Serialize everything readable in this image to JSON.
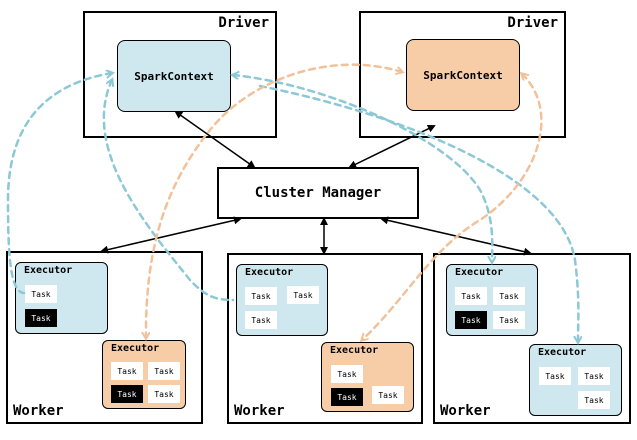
{
  "drivers": [
    {
      "label": "Driver",
      "context": "SparkContext",
      "color": "blue"
    },
    {
      "label": "Driver",
      "context": "SparkContext",
      "color": "orange"
    }
  ],
  "cluster_manager": {
    "label": "Cluster Manager"
  },
  "workers": [
    {
      "label": "Worker",
      "executors": [
        {
          "title": "Executor",
          "color": "blue",
          "tasks": [
            "Task",
            "Task"
          ]
        },
        {
          "title": "Executor",
          "color": "orange",
          "tasks": [
            "Task",
            "Task",
            "Task",
            "Task"
          ]
        }
      ]
    },
    {
      "label": "Worker",
      "executors": [
        {
          "title": "Executor",
          "color": "blue",
          "tasks": [
            "Task",
            "Task",
            "Task"
          ]
        },
        {
          "title": "Executor",
          "color": "orange",
          "tasks": [
            "Task",
            "Task",
            "Task"
          ]
        }
      ]
    },
    {
      "label": "Worker",
      "executors": [
        {
          "title": "Executor",
          "color": "blue",
          "tasks": [
            "Task",
            "Task",
            "Task",
            "Task"
          ]
        },
        {
          "title": "Executor",
          "color": "blue",
          "tasks": [
            "Task",
            "Task",
            "Task"
          ]
        }
      ]
    }
  ],
  "colors": {
    "blue_fill": "#cfe8ef",
    "orange_fill": "#f7cda8",
    "blue_line": "#8cc8d6",
    "orange_line": "#f2c199"
  }
}
